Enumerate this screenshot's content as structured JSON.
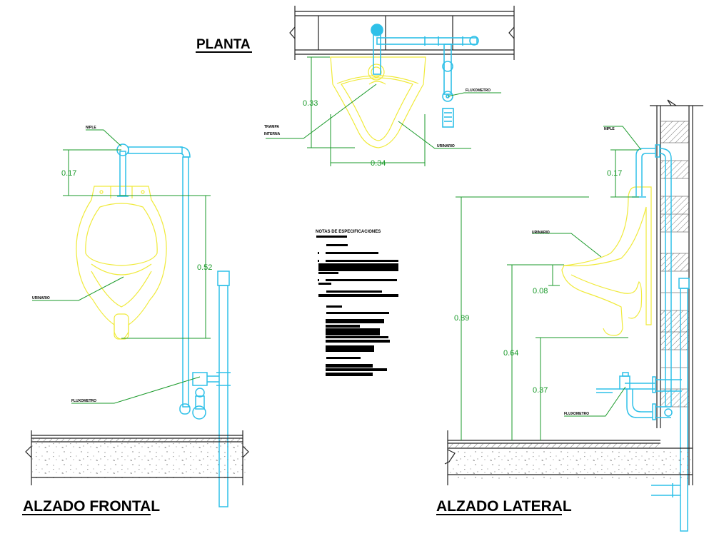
{
  "colors": {
    "background": "#ffffff",
    "dimension": "#1a9a2a",
    "fixture": "#f0ea3a",
    "pipe": "#2ec0e8",
    "structure": "#222222"
  },
  "views": {
    "planta": {
      "title": "PLANTA",
      "dimensions": {
        "depth": "0.33",
        "width": "0.34"
      },
      "labels": {
        "trap": "TRAMPA INTERNA",
        "trap_line1": "TRAMPA",
        "trap_line2": "INTERNA",
        "fixture": "URINARIO",
        "valve": "FLUXOMETRO"
      }
    },
    "alzado_frontal": {
      "title": "ALZADO FRONTAL",
      "dimensions": {
        "supply_height": "0.17",
        "fixture_height": "0.52"
      },
      "labels": {
        "supply": "NIPLE",
        "fixture": "URINARIO",
        "valve": "FLUXOMETRO"
      }
    },
    "alzado_lateral": {
      "title": "ALZADO LATERAL",
      "dimensions": {
        "supply_height": "0.17",
        "rim_offset": "0.08",
        "total_height": "0.89",
        "rim_height": "0.64",
        "base_height": "0.37"
      },
      "labels": {
        "supply": "NIPLE",
        "fixture": "URINARIO",
        "valve": "FLUXOMETRO"
      }
    }
  },
  "notes": {
    "title": "NOTAS DE ESPECIFICACIONES"
  }
}
